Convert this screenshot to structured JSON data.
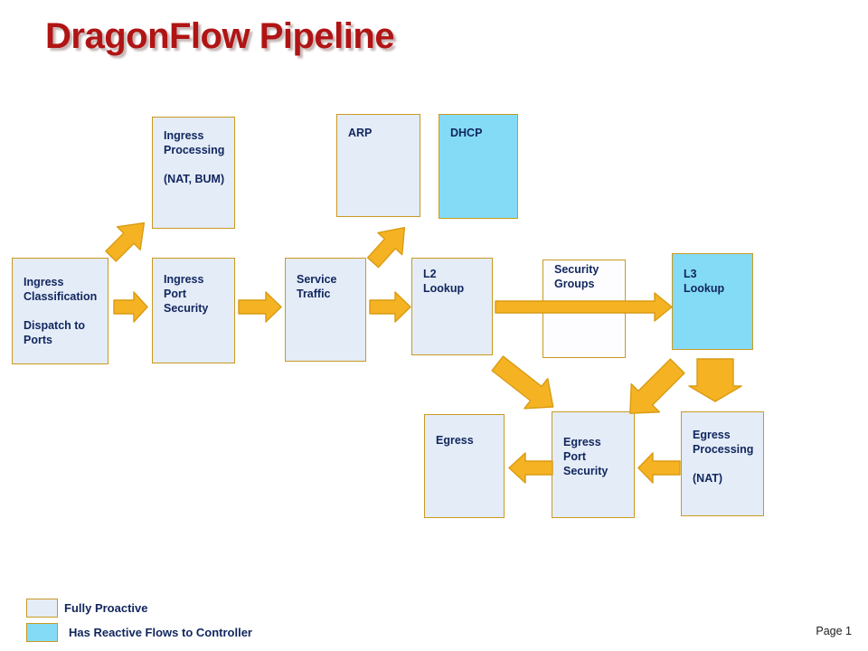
{
  "slide": {
    "title": "DragonFlow Pipeline",
    "page_label": "Page 1",
    "colors": {
      "title": "#b01414",
      "node_fill_proactive": "#e4ecf7",
      "node_fill_reactive": "#84dbf5",
      "node_fill_plain": "#fdfdff",
      "node_border": "#c99a22",
      "node_text": "#11265e",
      "arrow_fill": "#f5b324",
      "arrow_stroke": "#d99b12",
      "background": "#ffffff"
    }
  },
  "nodes": [
    {
      "id": "ingress-classification",
      "label": "Ingress\nClassification\n\nDispatch  to\nPorts",
      "fill": "proactive"
    },
    {
      "id": "ingress-processing",
      "label": "Ingress\nProcessing\n\n(NAT, BUM)",
      "fill": "proactive"
    },
    {
      "id": "ingress-port-security",
      "label": "Ingress\nPort\n Security",
      "fill": "proactive"
    },
    {
      "id": "arp",
      "label": "ARP",
      "fill": "proactive"
    },
    {
      "id": "dhcp",
      "label": "DHCP",
      "fill": "reactive"
    },
    {
      "id": "service-traffic",
      "label": "Service\nTraffic",
      "fill": "proactive"
    },
    {
      "id": "l2-lookup",
      "label": "L2\nLookup",
      "fill": "proactive"
    },
    {
      "id": "security-groups",
      "label": "Security\nGroups",
      "fill": "plain"
    },
    {
      "id": "l3-lookup",
      "label": "L3\nLookup",
      "fill": "reactive"
    },
    {
      "id": "egress",
      "label": "Egress",
      "fill": "proactive"
    },
    {
      "id": "egress-port-security",
      "label": "Egress\nPort\n Security",
      "fill": "proactive"
    },
    {
      "id": "egress-processing",
      "label": "Egress\nProcessing\n\n(NAT)",
      "fill": "proactive"
    }
  ],
  "legend": [
    {
      "id": "fully-proactive",
      "label": "Fully Proactive",
      "fill": "proactive"
    },
    {
      "id": "has-reactive",
      "label": "Has Reactive Flows to Controller",
      "fill": "reactive"
    }
  ]
}
